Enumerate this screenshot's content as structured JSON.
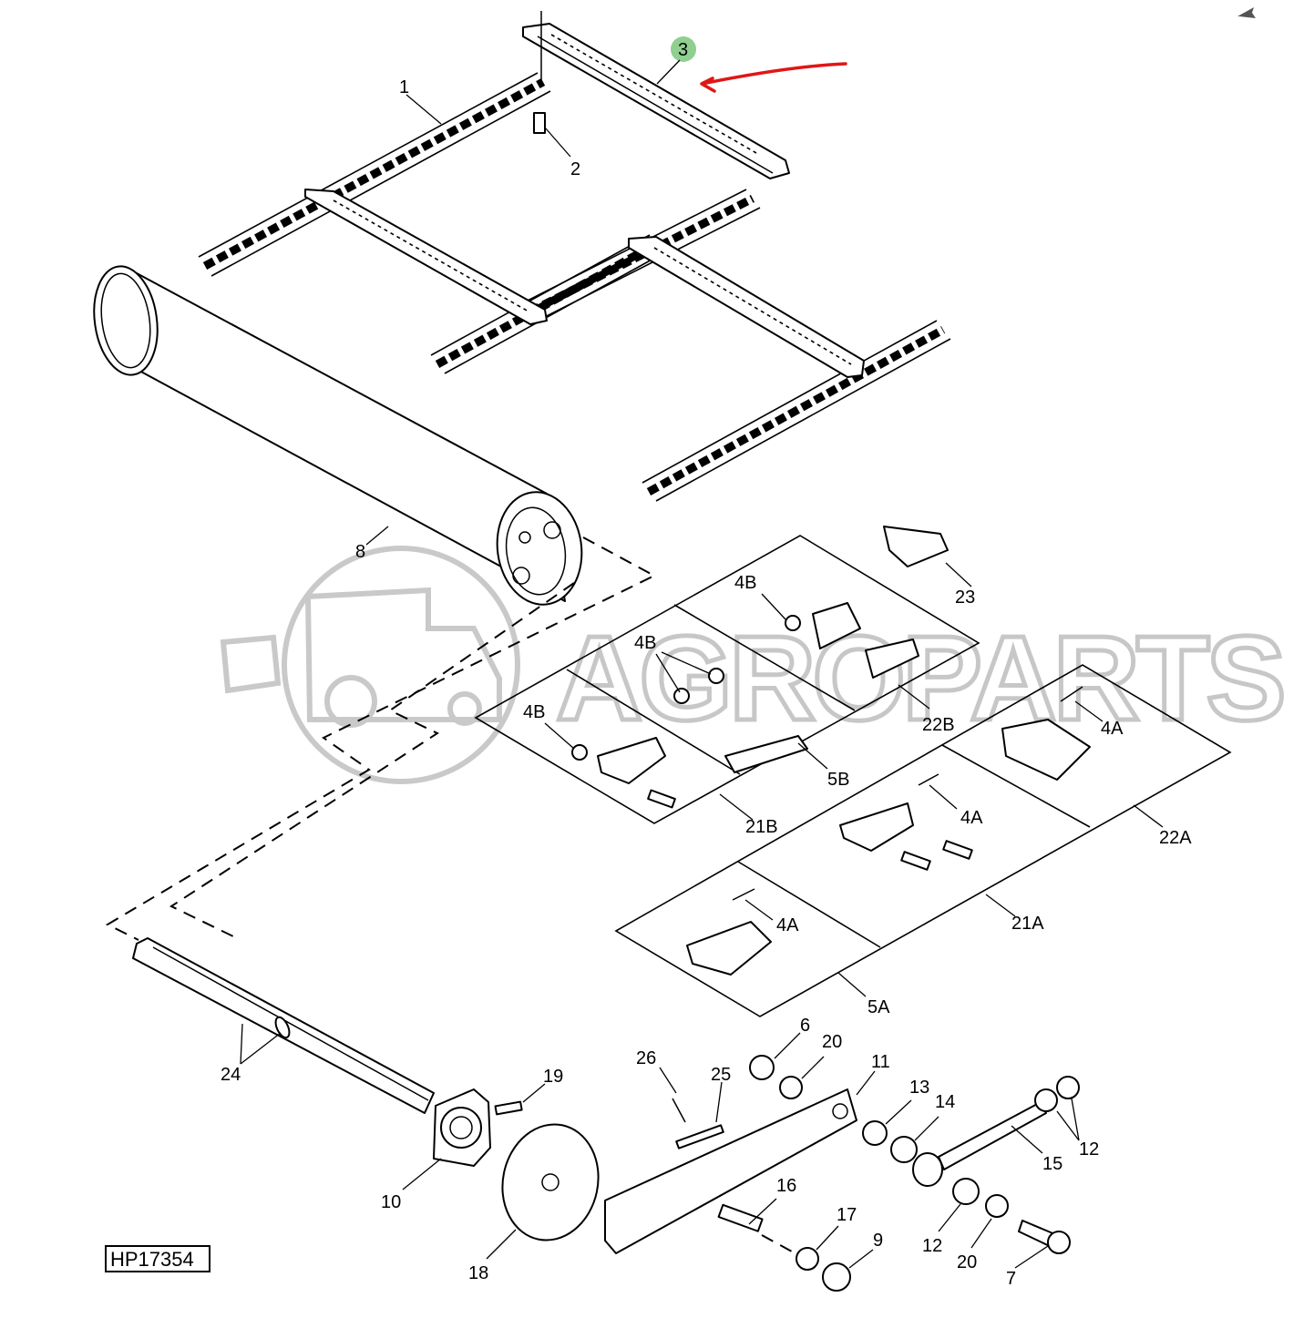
{
  "diagram": {
    "reference_code": "HP17354",
    "watermark": "AGROPARTS",
    "highlight_callout": "3",
    "colors": {
      "annotation_arrow": "#e01616",
      "highlight_badge": "#8fcf8f",
      "line": "#000000",
      "watermark": "#c9c9c9"
    },
    "labels": {
      "l1": "1",
      "l2": "2",
      "l3": "3",
      "l4a_1": "4A",
      "l4a_2": "4A",
      "l4a_3": "4A",
      "l4b_1": "4B",
      "l4b_2": "4B",
      "l4b_3": "4B",
      "l5a": "5A",
      "l5b": "5B",
      "l6": "6",
      "l7": "7",
      "l8": "8",
      "l9": "9",
      "l10": "10",
      "l11": "11",
      "l12a": "12",
      "l12b": "12",
      "l13": "13",
      "l14": "14",
      "l15": "15",
      "l16": "16",
      "l17": "17",
      "l18": "18",
      "l19": "19",
      "l20a": "20",
      "l20b": "20",
      "l21a": "21A",
      "l21b": "21B",
      "l22a": "22A",
      "l22b": "22B",
      "l23": "23",
      "l24": "24",
      "l25": "25",
      "l26": "26"
    }
  }
}
